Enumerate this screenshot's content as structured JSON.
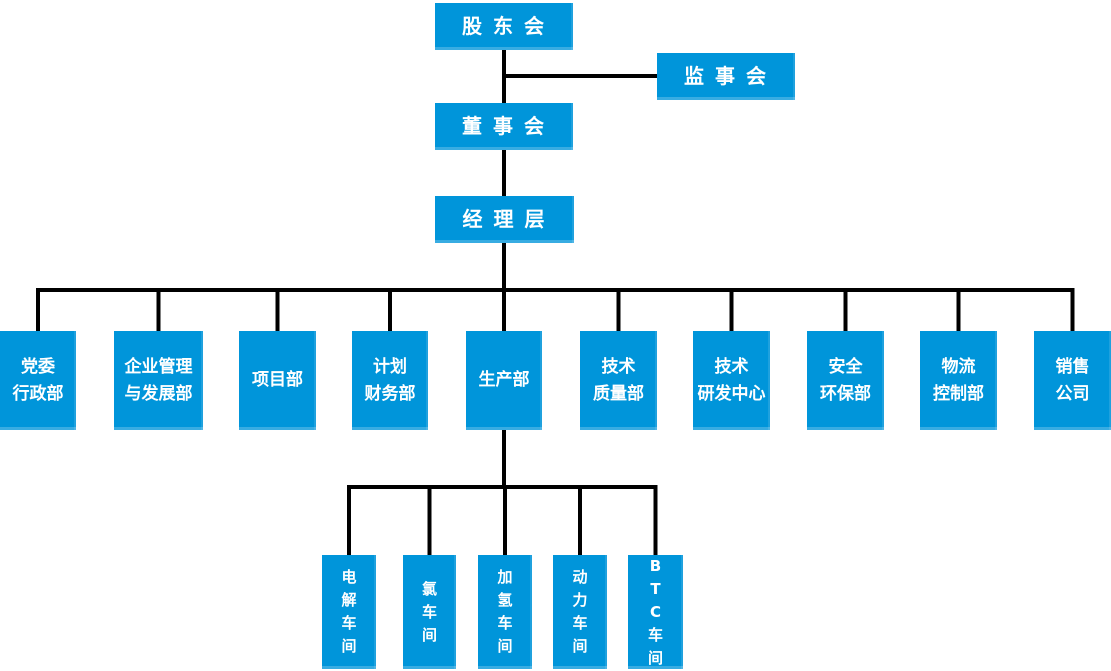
{
  "colors": {
    "node_fill": "#0095da",
    "node_text": "#ffffff",
    "connector": "#000000",
    "background": "#ffffff"
  },
  "nodes": {
    "shareholders": {
      "label": "股 东 会"
    },
    "supervisory": {
      "label": "监 事 会"
    },
    "board": {
      "label": "董 事 会"
    },
    "management": {
      "label": "经 理 层"
    },
    "departments": [
      {
        "name": "party-admin",
        "lines": [
          "党委",
          "行政部"
        ]
      },
      {
        "name": "enterprise-mgmt-dev",
        "lines": [
          "企业管理",
          "与发展部"
        ]
      },
      {
        "name": "project",
        "lines": [
          "项目部"
        ]
      },
      {
        "name": "planning-finance",
        "lines": [
          "计划",
          "财务部"
        ]
      },
      {
        "name": "production",
        "lines": [
          "生产部"
        ]
      },
      {
        "name": "tech-quality",
        "lines": [
          "技术",
          "质量部"
        ]
      },
      {
        "name": "tech-rnd-center",
        "lines": [
          "技术",
          "研发中心"
        ]
      },
      {
        "name": "safety-env",
        "lines": [
          "安全",
          "环保部"
        ]
      },
      {
        "name": "logistics-control",
        "lines": [
          "物流",
          "控制部"
        ]
      },
      {
        "name": "sales-company",
        "lines": [
          "销售",
          "公司"
        ]
      }
    ],
    "workshops": [
      {
        "name": "electrolysis",
        "lines": [
          "电",
          "解",
          "车",
          "间"
        ]
      },
      {
        "name": "chlorine",
        "lines": [
          "氯",
          "车",
          "间"
        ]
      },
      {
        "name": "hydrogenation",
        "lines": [
          "加",
          "氢",
          "车",
          "间"
        ]
      },
      {
        "name": "power",
        "lines": [
          "动",
          "力",
          "车",
          "间"
        ]
      },
      {
        "name": "btc",
        "lines": [
          "B",
          "T",
          "C",
          "车",
          "间"
        ]
      }
    ]
  },
  "hierarchy": {
    "股东会": [
      "监事会",
      "董事会"
    ],
    "董事会": [
      "经理层"
    ],
    "经理层": [
      "党委行政部",
      "企业管理与发展部",
      "项目部",
      "计划财务部",
      "生产部",
      "技术质量部",
      "技术研发中心",
      "安全环保部",
      "物流控制部",
      "销售公司"
    ],
    "生产部": [
      "电解车间",
      "氯车间",
      "加氢车间",
      "动力车间",
      "BTC车间"
    ]
  }
}
